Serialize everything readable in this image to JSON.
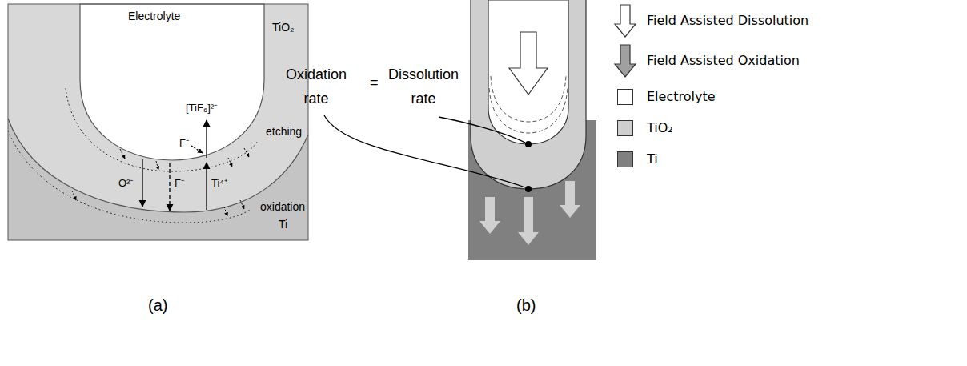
{
  "diagram": {
    "labels": [
      "Electrolyte",
      "TiO₂",
      "[TiF₆]²⁻",
      "F⁻",
      "etching",
      "O²⁻",
      "F⁻",
      "Ti⁴⁺",
      "oxidation",
      "Ti",
      "Oxidation rate",
      "=",
      "Dissolution rate",
      "(a)",
      "(b)"
    ],
    "legend": [
      {
        "text": "Field Assisted Dissolution"
      },
      {
        "text": "Field Assisted Oxidation"
      },
      {
        "text": "Electrolyte",
        "color": "#ffffff"
      },
      {
        "text": "TiO₂",
        "color": "#cfcfcf"
      },
      {
        "text": "Ti",
        "color": "#808080"
      }
    ]
  }
}
